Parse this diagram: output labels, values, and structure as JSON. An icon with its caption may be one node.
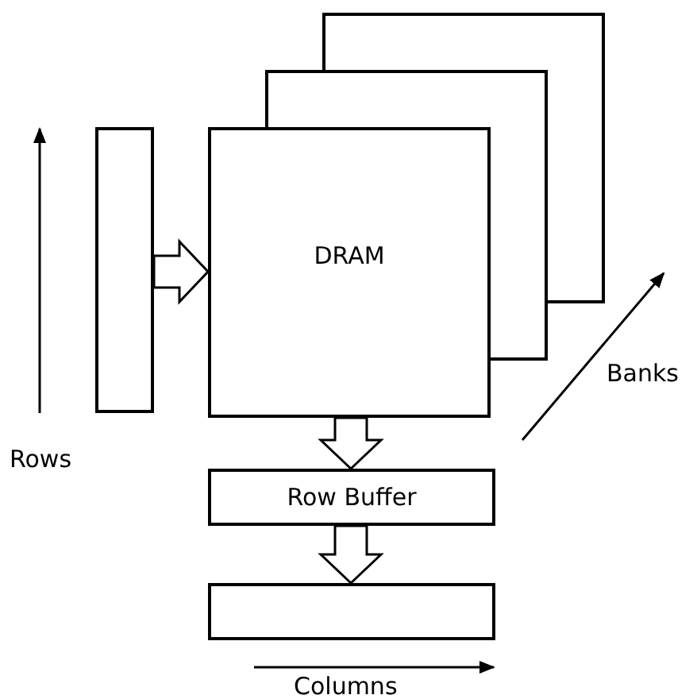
{
  "diagram": {
    "nodes": [
      {
        "text": [],
        "shape": "box"
      },
      {
        "text": [],
        "shape": "box"
      },
      {
        "text": [
          "DRAM"
        ]
      },
      {
        "text": [],
        "shape": "box"
      },
      {
        "text": [
          "Row Buffer"
        ]
      },
      {
        "text": [],
        "shape": "box"
      }
    ],
    "edges": [
      {
        "from": 3,
        "to": 2,
        "arrow": "to"
      },
      {
        "from": 2,
        "to": 4,
        "arrow": "to"
      },
      {
        "from": 4,
        "to": 5,
        "arrow": "to"
      }
    ],
    "labels": [
      "Rows",
      "Banks",
      "Columns"
    ]
  }
}
